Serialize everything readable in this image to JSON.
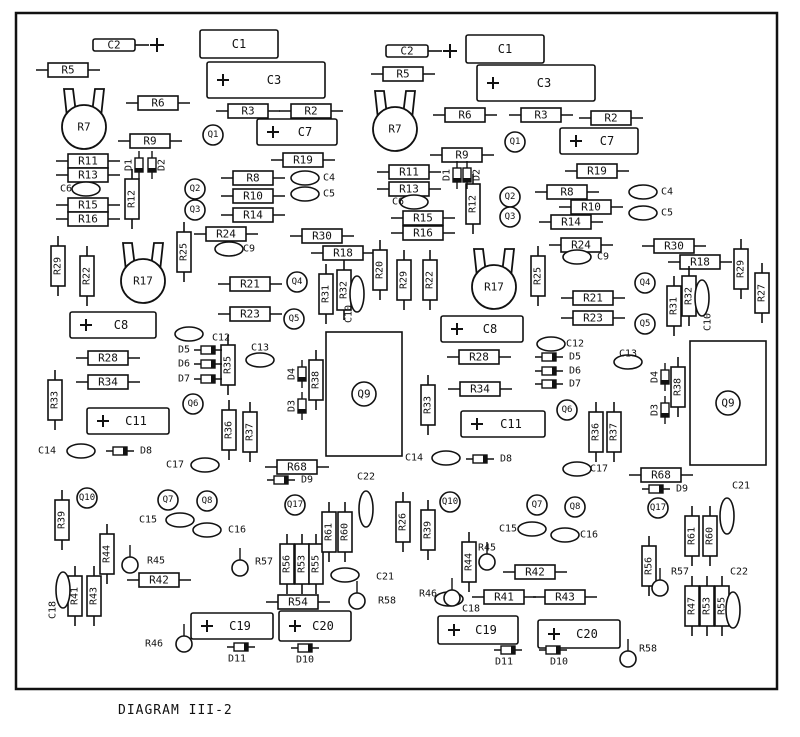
{
  "caption": "DIAGRAM III-2",
  "colors": {
    "ink": "#111111",
    "paper": "#ffffff"
  },
  "components": [
    {
      "kind": "res",
      "label": "R5"
    },
    {
      "kind": "res",
      "label": "R6"
    },
    {
      "kind": "res",
      "label": "R3"
    },
    {
      "kind": "res",
      "label": "R2"
    },
    {
      "kind": "res",
      "label": "R9"
    },
    {
      "kind": "res",
      "label": "R11"
    },
    {
      "kind": "res",
      "label": "R13"
    },
    {
      "kind": "res",
      "label": "R15"
    },
    {
      "kind": "res",
      "label": "R16"
    },
    {
      "kind": "res",
      "label": "R12"
    },
    {
      "kind": "res",
      "label": "R8"
    },
    {
      "kind": "res",
      "label": "R10"
    },
    {
      "kind": "res",
      "label": "R14"
    },
    {
      "kind": "res",
      "label": "R19"
    },
    {
      "kind": "res",
      "label": "R24"
    },
    {
      "kind": "res",
      "label": "R25"
    },
    {
      "kind": "res",
      "label": "R29"
    },
    {
      "kind": "res",
      "label": "R22"
    },
    {
      "kind": "res",
      "label": "R30"
    },
    {
      "kind": "res",
      "label": "R18"
    },
    {
      "kind": "res",
      "label": "R20"
    },
    {
      "kind": "res",
      "label": "R29"
    },
    {
      "kind": "res",
      "label": "R22"
    },
    {
      "kind": "res",
      "label": "R21"
    },
    {
      "kind": "res",
      "label": "R23"
    },
    {
      "kind": "res",
      "label": "R31"
    },
    {
      "kind": "res",
      "label": "R32"
    },
    {
      "kind": "res",
      "label": "R28"
    },
    {
      "kind": "res",
      "label": "R34"
    },
    {
      "kind": "res",
      "label": "R33"
    },
    {
      "kind": "res",
      "label": "R35"
    },
    {
      "kind": "res",
      "label": "R38"
    },
    {
      "kind": "res",
      "label": "R36"
    },
    {
      "kind": "res",
      "label": "R37"
    },
    {
      "kind": "res",
      "label": "R68"
    },
    {
      "kind": "res",
      "label": "R39"
    },
    {
      "kind": "res",
      "label": "R44"
    },
    {
      "kind": "res",
      "label": "R42"
    },
    {
      "kind": "res",
      "label": "R41"
    },
    {
      "kind": "res",
      "label": "R43"
    },
    {
      "kind": "res",
      "label": "R56"
    },
    {
      "kind": "res",
      "label": "R53"
    },
    {
      "kind": "res",
      "label": "R55"
    },
    {
      "kind": "res",
      "label": "R61"
    },
    {
      "kind": "res",
      "label": "R60"
    },
    {
      "kind": "res",
      "label": "R54"
    },
    {
      "kind": "res",
      "label": "R26"
    },
    {
      "kind": "res",
      "label": "R39"
    },
    {
      "kind": "res",
      "label": "R5"
    },
    {
      "kind": "res",
      "label": "R6"
    },
    {
      "kind": "res",
      "label": "R3"
    },
    {
      "kind": "res",
      "label": "R2"
    },
    {
      "kind": "res",
      "label": "R9"
    },
    {
      "kind": "res",
      "label": "R11"
    },
    {
      "kind": "res",
      "label": "R13"
    },
    {
      "kind": "res",
      "label": "R12"
    },
    {
      "kind": "res",
      "label": "R15"
    },
    {
      "kind": "res",
      "label": "R16"
    },
    {
      "kind": "res",
      "label": "R8"
    },
    {
      "kind": "res",
      "label": "R10"
    },
    {
      "kind": "res",
      "label": "R14"
    },
    {
      "kind": "res",
      "label": "R19"
    },
    {
      "kind": "res",
      "label": "R24"
    },
    {
      "kind": "res",
      "label": "R25"
    },
    {
      "kind": "res",
      "label": "R30"
    },
    {
      "kind": "res",
      "label": "R18"
    },
    {
      "kind": "res",
      "label": "R29"
    },
    {
      "kind": "res",
      "label": "R27"
    },
    {
      "kind": "res",
      "label": "R21"
    },
    {
      "kind": "res",
      "label": "R23"
    },
    {
      "kind": "res",
      "label": "R31"
    },
    {
      "kind": "res",
      "label": "R32"
    },
    {
      "kind": "res",
      "label": "R28"
    },
    {
      "kind": "res",
      "label": "R34"
    },
    {
      "kind": "res",
      "label": "R33"
    },
    {
      "kind": "res",
      "label": "R38"
    },
    {
      "kind": "res",
      "label": "R36"
    },
    {
      "kind": "res",
      "label": "R37"
    },
    {
      "kind": "res",
      "label": "R68"
    },
    {
      "kind": "res",
      "label": "R44"
    },
    {
      "kind": "res",
      "label": "R42"
    },
    {
      "kind": "res",
      "label": "R41"
    },
    {
      "kind": "res",
      "label": "R43"
    },
    {
      "kind": "res",
      "label": "R56"
    },
    {
      "kind": "res",
      "label": "R61"
    },
    {
      "kind": "res",
      "label": "R60"
    },
    {
      "kind": "res",
      "label": "R47"
    },
    {
      "kind": "res",
      "label": "R53"
    },
    {
      "kind": "res",
      "label": "R55"
    },
    {
      "kind": "cap",
      "label": "C2"
    },
    {
      "kind": "cap",
      "label": "C1"
    },
    {
      "kind": "cap",
      "label": "C3"
    },
    {
      "kind": "cap",
      "label": "C7"
    },
    {
      "kind": "cap",
      "label": "C8"
    },
    {
      "kind": "cap",
      "label": "C11"
    },
    {
      "kind": "cap",
      "label": "C19"
    },
    {
      "kind": "cap",
      "label": "C20"
    },
    {
      "kind": "cap",
      "label": "C2"
    },
    {
      "kind": "cap",
      "label": "C1"
    },
    {
      "kind": "cap",
      "label": "C3"
    },
    {
      "kind": "cap",
      "label": "C7"
    },
    {
      "kind": "cap",
      "label": "C8"
    },
    {
      "kind": "cap",
      "label": "C11"
    },
    {
      "kind": "cap",
      "label": "C19"
    },
    {
      "kind": "cap",
      "label": "C20"
    },
    {
      "kind": "pot",
      "label": "R7"
    },
    {
      "kind": "pot",
      "label": "R17"
    },
    {
      "kind": "pot",
      "label": "R7"
    },
    {
      "kind": "pot",
      "label": "R17"
    },
    {
      "kind": "tr",
      "label": "Q1"
    },
    {
      "kind": "tr",
      "label": "Q2"
    },
    {
      "kind": "tr",
      "label": "Q3"
    },
    {
      "kind": "tr",
      "label": "Q4"
    },
    {
      "kind": "tr",
      "label": "Q5"
    },
    {
      "kind": "tr",
      "label": "Q6"
    },
    {
      "kind": "tr",
      "label": "Q10"
    },
    {
      "kind": "tr",
      "label": "Q7"
    },
    {
      "kind": "tr",
      "label": "Q8"
    },
    {
      "kind": "tr",
      "label": "Q17"
    },
    {
      "kind": "tr",
      "label": "Q1"
    },
    {
      "kind": "tr",
      "label": "Q2"
    },
    {
      "kind": "tr",
      "label": "Q3"
    },
    {
      "kind": "tr",
      "label": "Q4"
    },
    {
      "kind": "tr",
      "label": "Q5"
    },
    {
      "kind": "tr",
      "label": "Q6"
    },
    {
      "kind": "tr",
      "label": "Q10"
    },
    {
      "kind": "tr",
      "label": "Q7"
    },
    {
      "kind": "tr",
      "label": "Q8"
    },
    {
      "kind": "tr",
      "label": "Q17"
    },
    {
      "kind": "big",
      "label": "Q9"
    },
    {
      "kind": "big",
      "label": "Q9"
    },
    {
      "kind": "disc",
      "label": "C6"
    },
    {
      "kind": "disc",
      "label": "C4"
    },
    {
      "kind": "disc",
      "label": "C5"
    },
    {
      "kind": "disc",
      "label": "C9"
    },
    {
      "kind": "disc",
      "label": "C10"
    },
    {
      "kind": "disc",
      "label": "C12"
    },
    {
      "kind": "disc",
      "label": "C13"
    },
    {
      "kind": "disc",
      "label": "C14"
    },
    {
      "kind": "disc",
      "label": "C17"
    },
    {
      "kind": "disc",
      "label": "C15"
    },
    {
      "kind": "disc",
      "label": "C16"
    },
    {
      "kind": "disc",
      "label": "C22"
    },
    {
      "kind": "disc",
      "label": "C21"
    },
    {
      "kind": "disc",
      "label": "C18"
    },
    {
      "kind": "disc",
      "label": "C6"
    },
    {
      "kind": "disc",
      "label": "C4"
    },
    {
      "kind": "disc",
      "label": "C5"
    },
    {
      "kind": "disc",
      "label": "C9"
    },
    {
      "kind": "disc",
      "label": "C10"
    },
    {
      "kind": "disc",
      "label": "C12"
    },
    {
      "kind": "disc",
      "label": "C13"
    },
    {
      "kind": "disc",
      "label": "C14"
    },
    {
      "kind": "disc",
      "label": "C17"
    },
    {
      "kind": "disc",
      "label": "C15"
    },
    {
      "kind": "disc",
      "label": "C16"
    },
    {
      "kind": "disc",
      "label": "C21"
    },
    {
      "kind": "disc",
      "label": "C22"
    },
    {
      "kind": "disc",
      "label": "C18"
    },
    {
      "kind": "diode",
      "label": "D1"
    },
    {
      "kind": "diode",
      "label": "D2"
    },
    {
      "kind": "diode",
      "label": "D5"
    },
    {
      "kind": "diode",
      "label": "D6"
    },
    {
      "kind": "diode",
      "label": "D7"
    },
    {
      "kind": "diode",
      "label": "D4"
    },
    {
      "kind": "diode",
      "label": "D3"
    },
    {
      "kind": "diode",
      "label": "D8"
    },
    {
      "kind": "diode",
      "label": "D9"
    },
    {
      "kind": "diode",
      "label": "D11"
    },
    {
      "kind": "diode",
      "label": "D10"
    },
    {
      "kind": "diode",
      "label": "D1"
    },
    {
      "kind": "diode",
      "label": "D2"
    },
    {
      "kind": "diode",
      "label": "D5"
    },
    {
      "kind": "diode",
      "label": "D6"
    },
    {
      "kind": "diode",
      "label": "D7"
    },
    {
      "kind": "diode",
      "label": "D4"
    },
    {
      "kind": "diode",
      "label": "D3"
    },
    {
      "kind": "diode",
      "label": "D8"
    },
    {
      "kind": "diode",
      "label": "D9"
    },
    {
      "kind": "diode",
      "label": "D11"
    },
    {
      "kind": "diode",
      "label": "D10"
    },
    {
      "kind": "testpoint",
      "label": "R45"
    },
    {
      "kind": "testpoint",
      "label": "R57"
    },
    {
      "kind": "testpoint",
      "label": "R58"
    },
    {
      "kind": "testpoint",
      "label": "R46"
    },
    {
      "kind": "testpoint",
      "label": "R45"
    },
    {
      "kind": "testpoint",
      "label": "R57"
    },
    {
      "kind": "testpoint",
      "label": "R46"
    },
    {
      "kind": "testpoint",
      "label": "R58"
    }
  ]
}
